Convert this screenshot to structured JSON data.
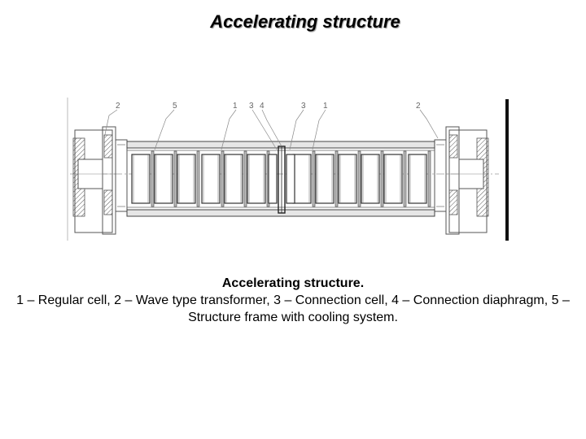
{
  "slide": {
    "title": "Accelerating structure"
  },
  "figure": {
    "callouts": [
      {
        "id": "c1",
        "text": "2"
      },
      {
        "id": "c2",
        "text": "5"
      },
      {
        "id": "c3",
        "text": "1"
      },
      {
        "id": "c4",
        "text": "3"
      },
      {
        "id": "c5",
        "text": "4"
      },
      {
        "id": "c6",
        "text": "3"
      },
      {
        "id": "c7",
        "text": "1"
      },
      {
        "id": "c8",
        "text": "2"
      }
    ]
  },
  "caption": {
    "title": "Accelerating structure.",
    "body": "1 – Regular cell, 2 – Wave type transformer, 3 – Connection cell, 4 – Connection diaphragm, 5 – Structure frame with cooling system."
  }
}
